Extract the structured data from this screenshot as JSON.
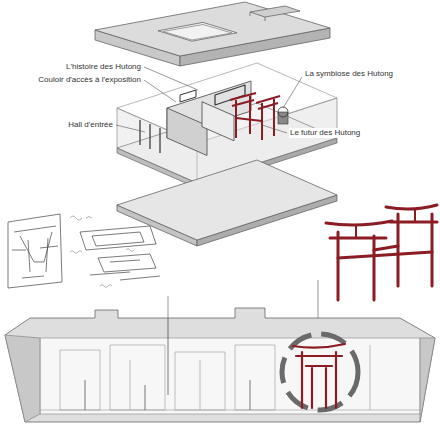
{
  "diagram": {
    "labels": [
      "L'histoire des Hutong",
      "Couloir d'accès à l'exposition",
      "Hall d'entrée",
      "La symbiose des Hutong",
      "Le futur des Hutong"
    ]
  }
}
